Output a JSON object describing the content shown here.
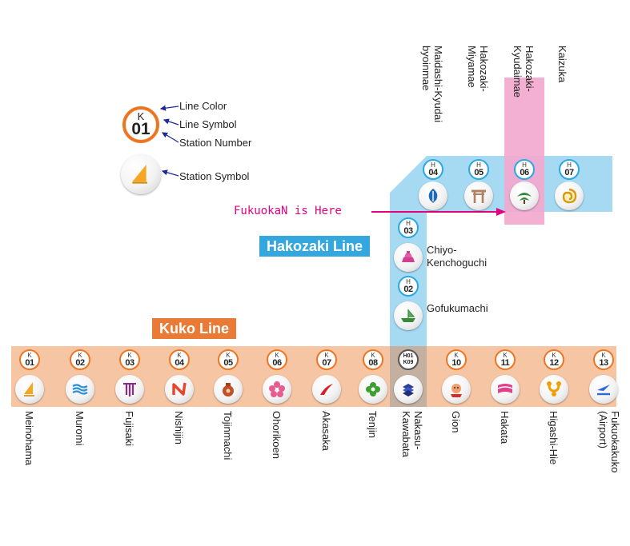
{
  "legend": {
    "symbol_line": "K",
    "symbol_number": "01",
    "line_color": "Line Color",
    "line_symbol": "Line Symbol",
    "station_number": "Station Number",
    "station_symbol": "Station Symbol"
  },
  "lines": {
    "kuko": {
      "title": "Kuko Line",
      "color": "#e97b37",
      "band": "#f6c6a4"
    },
    "hakozaki": {
      "title": "Hakozaki Line",
      "color": "#34a8de",
      "band": "#a6daf3"
    }
  },
  "here_label": "FukuokaN is Here",
  "transfer": {
    "line_a": "H01",
    "line_b": "K09",
    "name": "Nakasu-\nKawabata"
  },
  "kuko_stations": [
    {
      "line": "K",
      "num": "01",
      "name": "Meinohama",
      "icon": "sail-icon"
    },
    {
      "line": "K",
      "num": "02",
      "name": "Muromi",
      "icon": "river-icon"
    },
    {
      "line": "K",
      "num": "03",
      "name": "Fujisaki",
      "icon": "wisteria-icon"
    },
    {
      "line": "K",
      "num": "04",
      "name": "Nishijin",
      "icon": "n-icon"
    },
    {
      "line": "K",
      "num": "05",
      "name": "Tojinmachi",
      "icon": "pot-icon"
    },
    {
      "line": "K",
      "num": "06",
      "name": "Ohorikoen",
      "icon": "sakura-icon"
    },
    {
      "line": "K",
      "num": "07",
      "name": "Akasaka",
      "icon": "swoosh-icon"
    },
    {
      "line": "K",
      "num": "08",
      "name": "Tenjin",
      "icon": "flower-icon"
    },
    {
      "line": "K",
      "num": "10",
      "name": "Gion",
      "icon": "gion-icon"
    },
    {
      "line": "K",
      "num": "11",
      "name": "Hakata",
      "icon": "hakata-icon"
    },
    {
      "line": "K",
      "num": "12",
      "name": "Higashi-Hie",
      "icon": "hie-icon"
    },
    {
      "line": "K",
      "num": "13",
      "name": "Fukuokakuko\n(Airport)",
      "icon": "airport-icon"
    }
  ],
  "hakozaki_side_stations": [
    {
      "line": "H",
      "num": "03",
      "name": "Chiyo-\nKenchoguchi",
      "icon": "castle-icon"
    },
    {
      "line": "H",
      "num": "02",
      "name": "Gofukumachi",
      "icon": "ship-icon"
    }
  ],
  "hakozaki_top_stations": [
    {
      "line": "H",
      "num": "04",
      "name": "Maidashi-Kyudai\nbyoinmae",
      "icon": "leaf-icon"
    },
    {
      "line": "H",
      "num": "05",
      "name": "Hakozaki-\nMiyamae",
      "icon": "torii-icon"
    },
    {
      "line": "H",
      "num": "06",
      "name": "Hakozaki-\nKyudaimae",
      "icon": "pine-icon"
    },
    {
      "line": "H",
      "num": "07",
      "name": "Kaizuka",
      "icon": "shell-icon"
    }
  ]
}
